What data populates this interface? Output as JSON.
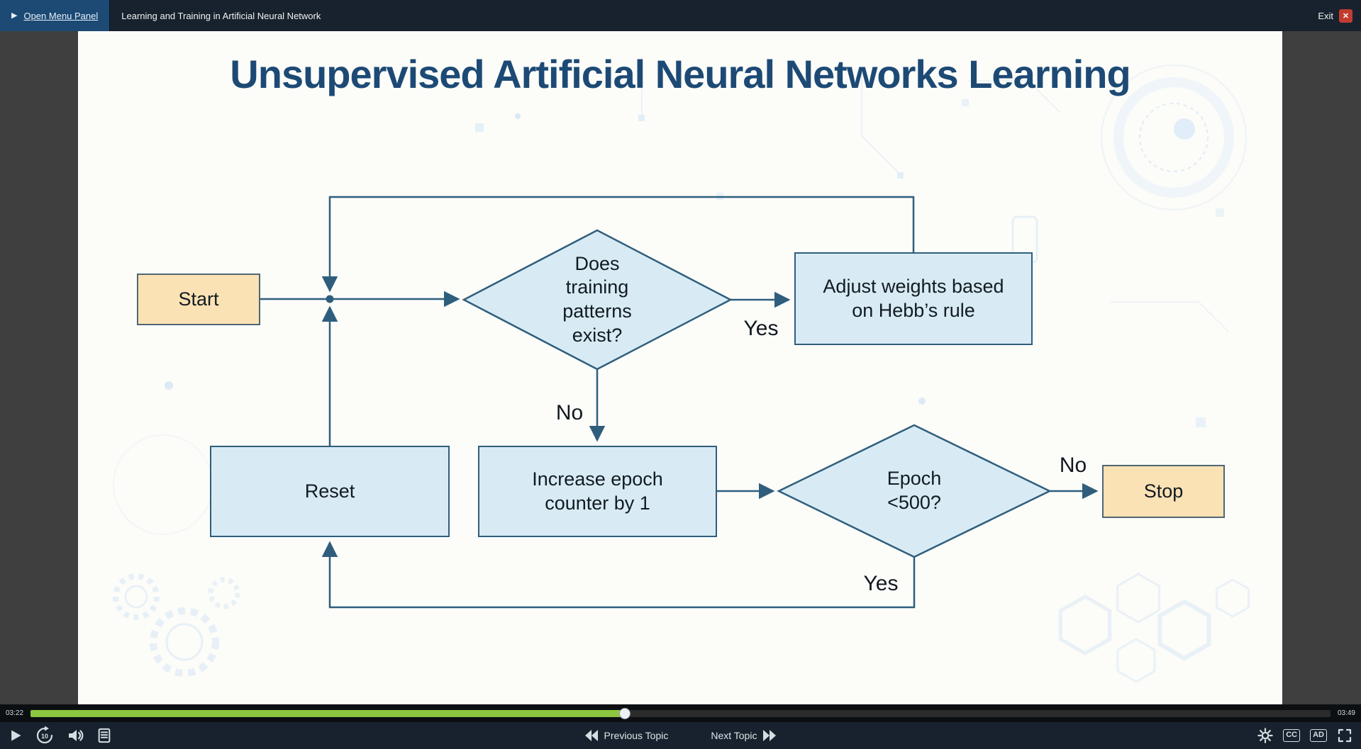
{
  "header": {
    "menu_button": "Open Menu Panel",
    "course_title": "Learning and Training in Artificial Neural Network",
    "exit": "Exit"
  },
  "icons": {
    "menu_triangle": "▶",
    "exit_close": "✕"
  },
  "slide": {
    "title": "Unsupervised Artificial Neural Networks Learning",
    "flowchart": {
      "start": "Start",
      "decision_training": "Does training patterns exist?",
      "adjust_weights": "Adjust weights based on Hebb’s rule",
      "increase_epoch": "Increase epoch counter by 1",
      "decision_epoch": "Epoch <500?",
      "reset": "Reset",
      "stop": "Stop",
      "label_yes_right": "Yes",
      "label_no_down": "No",
      "label_no_stop": "No",
      "label_yes_loop": "Yes",
      "edges": [
        {
          "from": "Start",
          "to": "Does training patterns exist?",
          "label": ""
        },
        {
          "from": "Does training patterns exist?",
          "to": "Adjust weights based on Hebb’s rule",
          "label": "Yes"
        },
        {
          "from": "Adjust weights based on Hebb’s rule",
          "to": "Does training patterns exist?",
          "label": ""
        },
        {
          "from": "Does training patterns exist?",
          "to": "Increase epoch counter by 1",
          "label": "No"
        },
        {
          "from": "Increase epoch counter by 1",
          "to": "Epoch <500?",
          "label": ""
        },
        {
          "from": "Epoch <500?",
          "to": "Stop",
          "label": "No"
        },
        {
          "from": "Epoch <500?",
          "to": "Reset",
          "label": "Yes"
        },
        {
          "from": "Reset",
          "to": "Does training patterns exist?",
          "label": ""
        }
      ]
    }
  },
  "player": {
    "elapsed": "03:22",
    "duration": "03:49",
    "progress_percent": 45.7,
    "progress_style": "width:45.7%",
    "replay_seconds": "10",
    "previous_topic": "Previous Topic",
    "next_topic": "Next Topic",
    "cc": "CC",
    "ad": "AD"
  },
  "colors": {
    "accent_green": "#8dc63f",
    "node_blue_fill": "#d8ebf4",
    "node_orange_fill": "#fbe2b5",
    "flow_line": "#2f5e7d",
    "title_blue": "#1d4a75",
    "bar_background": "#17222e",
    "exit_red": "#c23b2e"
  }
}
